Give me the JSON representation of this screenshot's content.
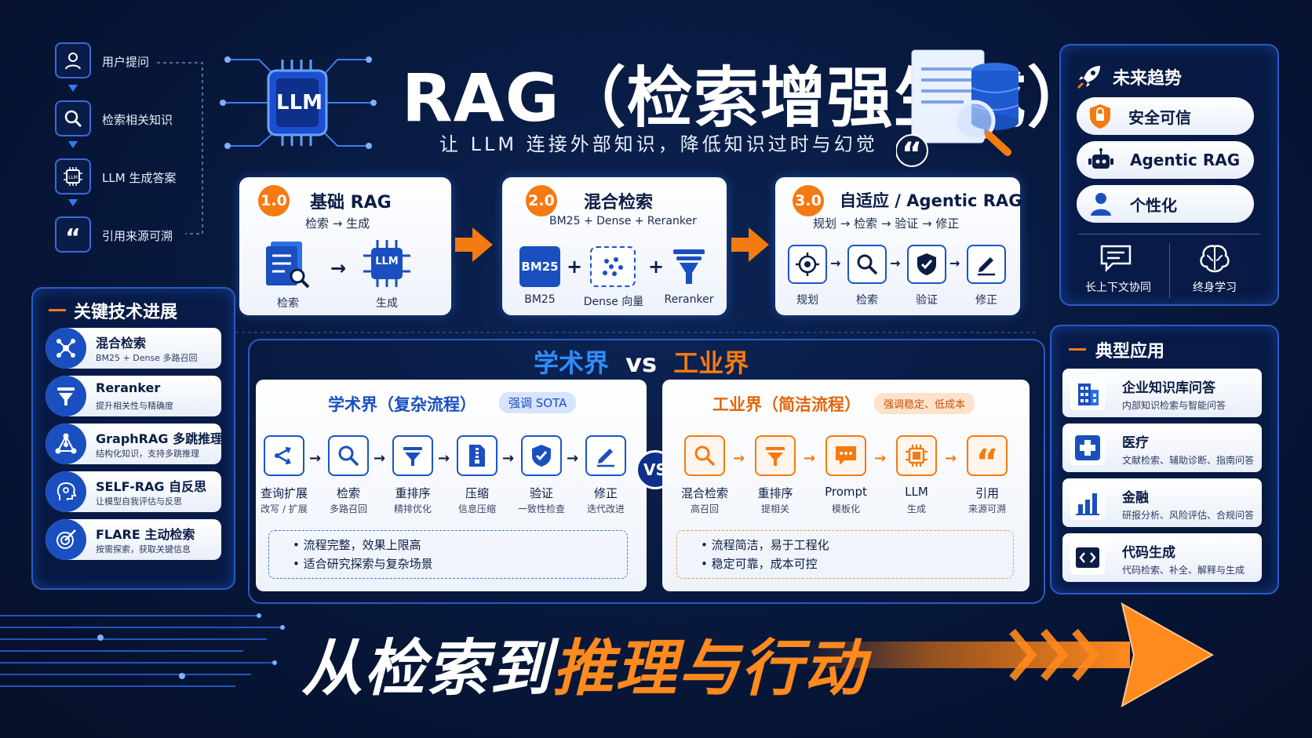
{
  "pipeline": {
    "steps": [
      {
        "label": "用户提问",
        "icon": "user-icon"
      },
      {
        "label": "检索相关知识",
        "icon": "search-icon"
      },
      {
        "label": "LLM 生成答案",
        "icon": "chip-icon"
      },
      {
        "label": "引用来源可溯",
        "icon": "quote-icon"
      }
    ]
  },
  "header": {
    "chip_label": "LLM",
    "title": "RAG（检索增强生成）",
    "subtitle": "让 LLM 连接外部知识，降低知识过时与幻觉"
  },
  "stages": [
    {
      "badge": "1.0",
      "title": "基础 RAG",
      "sub": "检索 → 生成",
      "steps": [
        {
          "label": "检索",
          "icon": "doc-search-icon"
        },
        {
          "label": "生成",
          "icon": "chip-icon",
          "chip_text": "LLM"
        }
      ]
    },
    {
      "badge": "2.0",
      "title": "混合检索",
      "sub": "BM25 + Dense + Reranker",
      "steps": [
        {
          "label": "BM25",
          "icon": "bm25-icon",
          "chip_text": "BM25"
        },
        {
          "label": "Dense 向量",
          "icon": "dots-icon"
        },
        {
          "label": "Reranker",
          "icon": "funnel-icon"
        }
      ]
    },
    {
      "badge": "3.0",
      "title": "自适应 / Agentic RAG",
      "sub": "规划 → 检索 → 验证 → 修正",
      "steps": [
        {
          "label": "规划",
          "icon": "target-icon"
        },
        {
          "label": "检索",
          "icon": "search-icon"
        },
        {
          "label": "验证",
          "icon": "shield-check-icon"
        },
        {
          "label": "修正",
          "icon": "edit-icon"
        }
      ]
    }
  ],
  "tech_progress": {
    "heading": "关键技术进展",
    "items": [
      {
        "title": "混合检索",
        "desc": "BM25 + Dense 多路召回",
        "icon": "network-icon"
      },
      {
        "title": "Reranker",
        "desc": "提升相关性与精确度",
        "icon": "funnel-icon"
      },
      {
        "title": "GraphRAG 多跳推理",
        "desc": "结构化知识，支持多跳推理",
        "icon": "graph-icon"
      },
      {
        "title": "SELF-RAG 自反思",
        "desc": "让模型自我评估与反思",
        "icon": "head-icon"
      },
      {
        "title": "FLARE 主动检索",
        "desc": "按需探索，获取关键信息",
        "icon": "target-arrow-icon"
      }
    ]
  },
  "future": {
    "heading": "未来趋势",
    "pills": [
      {
        "label": "安全可信",
        "icon": "shield-icon"
      },
      {
        "label": "Agentic RAG",
        "icon": "robot-icon"
      },
      {
        "label": "个性化",
        "icon": "person-icon"
      }
    ],
    "extras": [
      {
        "label": "长上下文协同",
        "icon": "chat-icon"
      },
      {
        "label": "终身学习",
        "icon": "brain-icon"
      }
    ]
  },
  "applications": {
    "heading": "典型应用",
    "items": [
      {
        "title": "企业知识库问答",
        "desc": "内部知识检索与智能问答",
        "icon": "building-icon"
      },
      {
        "title": "医疗",
        "desc": "文献检索、辅助诊断、指南问答",
        "icon": "medical-cross-icon"
      },
      {
        "title": "金融",
        "desc": "研报分析、风险评估、合规问答",
        "icon": "bar-chart-icon"
      },
      {
        "title": "代码生成",
        "desc": "代码检索、补全、解释与生成",
        "icon": "code-icon"
      }
    ]
  },
  "comparison": {
    "heading_left": "学术界",
    "heading_vs": "vs",
    "heading_right": "工业界",
    "vs_badge": "VS",
    "academic": {
      "title": "学术界（复杂流程）",
      "tag": "强调 SOTA",
      "steps": [
        {
          "label": "查询扩展",
          "desc": "改写 / 扩展",
          "icon": "expand-icon"
        },
        {
          "label": "检索",
          "desc": "多路召回",
          "icon": "search-icon"
        },
        {
          "label": "重排序",
          "desc": "精排优化",
          "icon": "funnel-icon"
        },
        {
          "label": "压缩",
          "desc": "信息压缩",
          "icon": "zip-icon"
        },
        {
          "label": "验证",
          "desc": "一致性检查",
          "icon": "shield-check-icon"
        },
        {
          "label": "修正",
          "desc": "迭代改进",
          "icon": "edit-icon"
        }
      ],
      "bullets": [
        "流程完整，效果上限高",
        "适合研究探索与复杂场景"
      ]
    },
    "industry": {
      "title": "工业界（简洁流程）",
      "tag": "强调稳定、低成本",
      "steps": [
        {
          "label": "混合检索",
          "desc": "高召回",
          "icon": "search-icon"
        },
        {
          "label": "重排序",
          "desc": "提相关",
          "icon": "funnel-icon"
        },
        {
          "label": "Prompt",
          "desc": "模板化",
          "icon": "chat-bubble-icon"
        },
        {
          "label": "LLM",
          "desc": "生成",
          "icon": "chip-icon"
        },
        {
          "label": "引用",
          "desc": "来源可溯",
          "icon": "quote-icon"
        }
      ],
      "bullets": [
        "流程简洁，易于工程化",
        "稳定可靠，成本可控"
      ]
    }
  },
  "slogan": {
    "part1": "从检索到",
    "part2": "推理与行动"
  },
  "colors": {
    "accent_orange": "#f47a12",
    "brand_blue": "#1a4fc0",
    "navy": "#0b1d45"
  }
}
